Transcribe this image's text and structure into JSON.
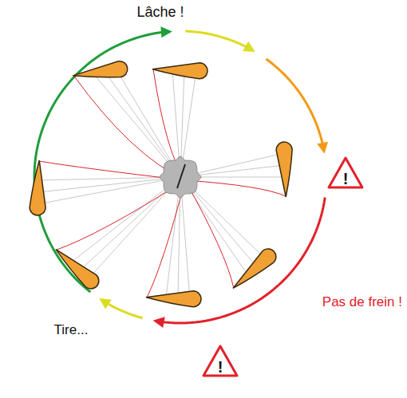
{
  "diagram": {
    "labels": [
      "Lâche !",
      "Pas de frein !",
      "Tire...",
      "!",
      "!"
    ]
  }
}
